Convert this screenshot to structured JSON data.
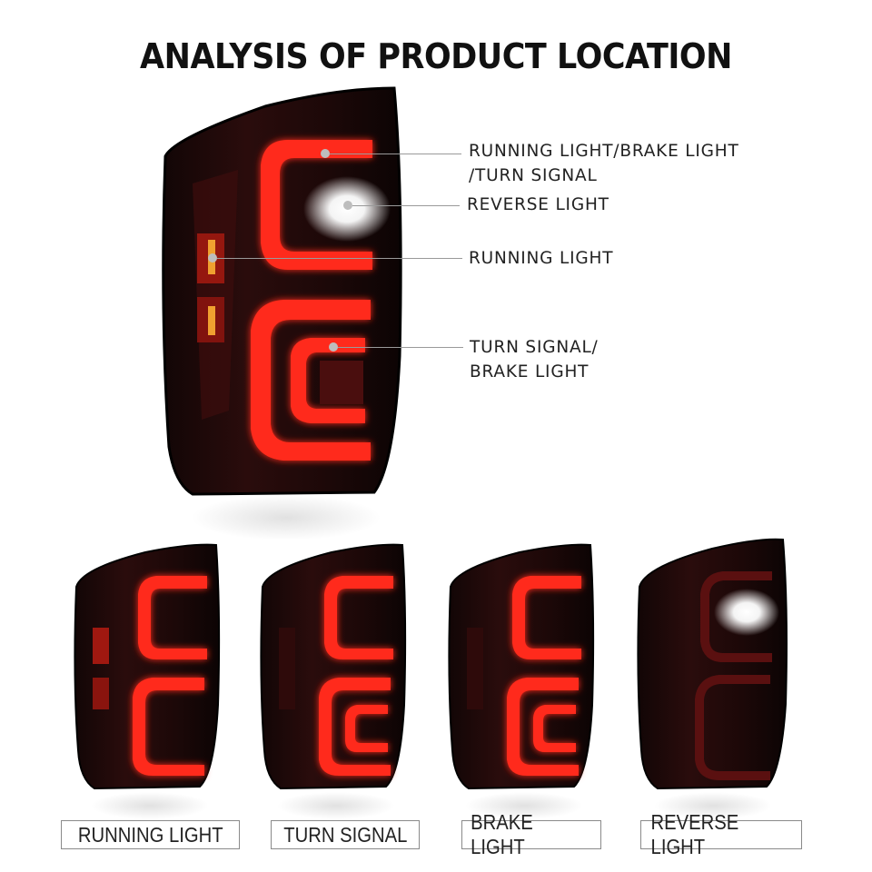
{
  "title": "ANALYSIS OF PRODUCT LOCATION",
  "callouts": [
    {
      "label": "RUNNING LIGHT/BRAKE LIGHT\n/TURN SIGNAL"
    },
    {
      "label": "REVERSE LIGHT"
    },
    {
      "label": "RUNNING LIGHT"
    },
    {
      "label": "TURN SIGNAL/\nBRAKE LIGHT"
    }
  ],
  "modes": [
    {
      "label": "RUNNING LIGHT"
    },
    {
      "label": "TURN SIGNAL"
    },
    {
      "label": "BRAKE LIGHT"
    },
    {
      "label": "REVERSE LIGHT"
    }
  ],
  "colors": {
    "led_red": "#ff2a1a",
    "housing": "#1a0a0a",
    "reverse_white": "#ffffff",
    "amber": "#f0a030"
  }
}
